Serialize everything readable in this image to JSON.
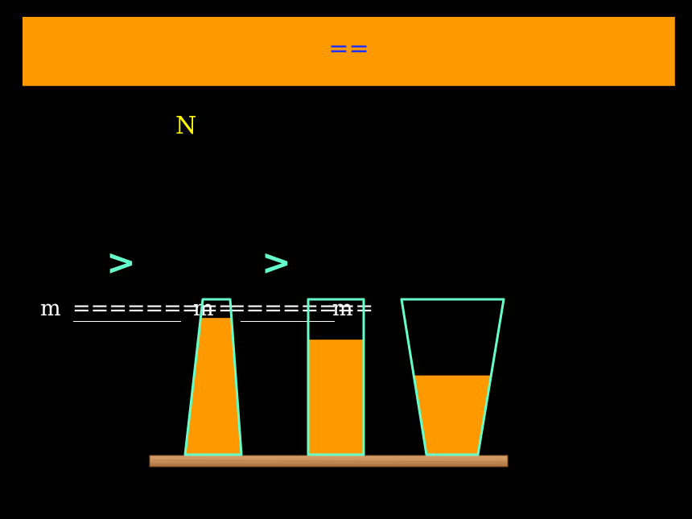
{
  "banner": {
    "text": "=="
  },
  "label_n": "N",
  "comparison": {
    "symbol_1": ">",
    "symbol_2": ">",
    "mass_1": "m",
    "fill_1": "=========",
    "mass_2": "m",
    "fill_2": "========",
    "mass_3": "m"
  },
  "containers": [
    {
      "shape": "narrow-top-trapezoid",
      "liquid_level": 0.88
    },
    {
      "shape": "rectangle",
      "liquid_level": 0.74
    },
    {
      "shape": "wide-top-trapezoid",
      "liquid_level": 0.51
    }
  ],
  "colors": {
    "background": "#000000",
    "banner": "#ff9900",
    "banner_text": "#2233ff",
    "label_n": "#ffff00",
    "symbol": "#66ffcc",
    "liquid": "#ff9900",
    "outline": "#66ffcc",
    "shelf": "#c8905a"
  }
}
